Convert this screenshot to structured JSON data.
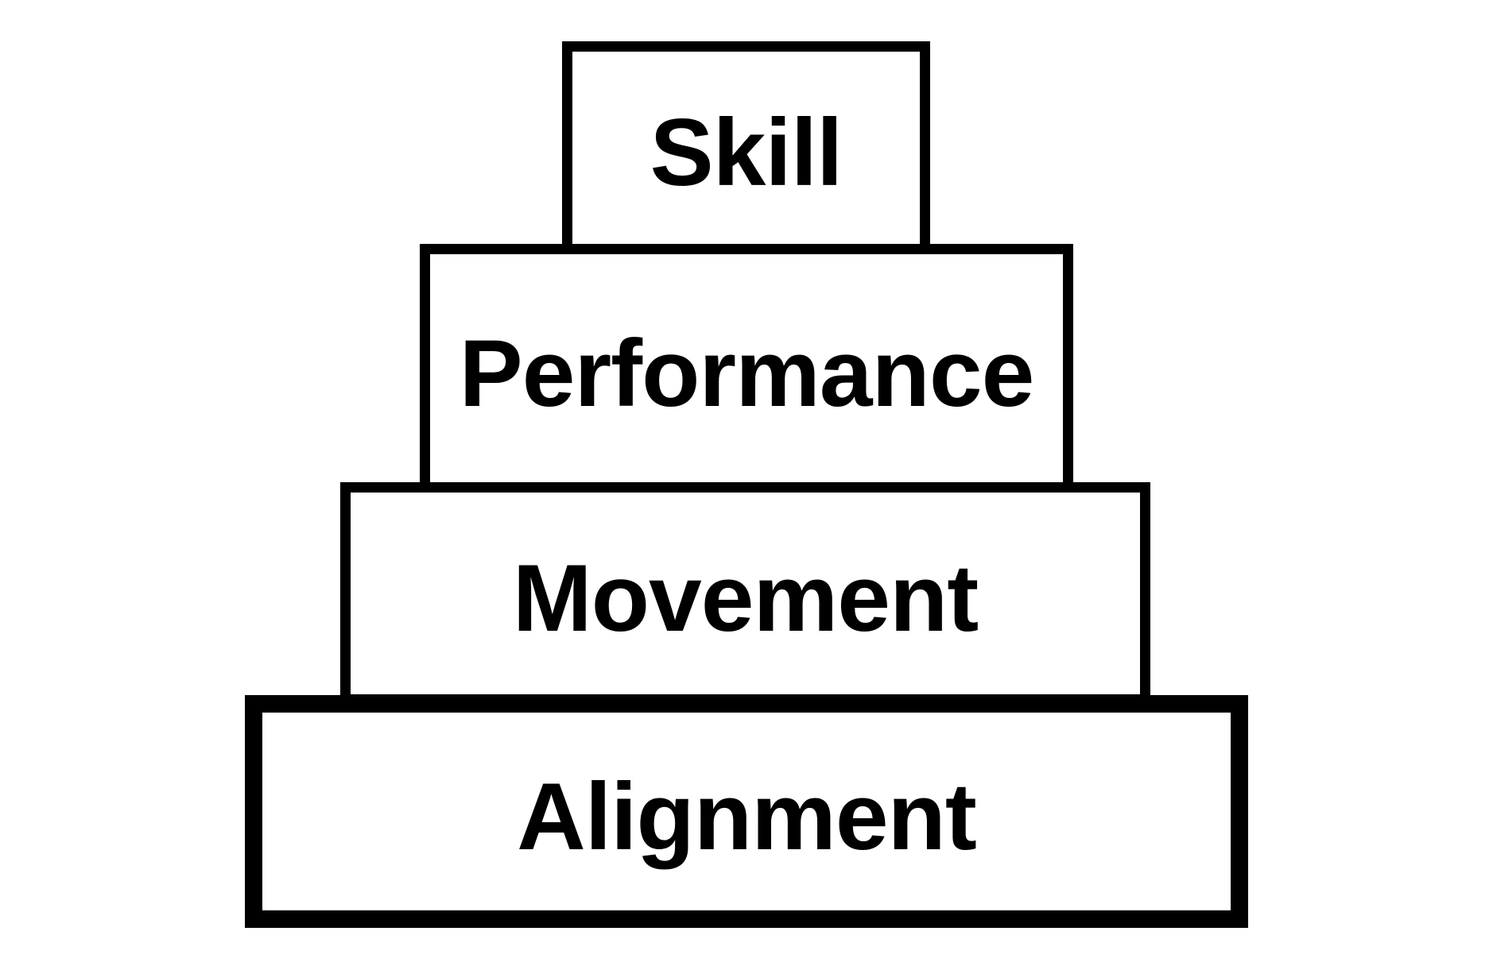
{
  "diagram": {
    "type": "stacked-pyramid",
    "levels": [
      {
        "label": "Skill"
      },
      {
        "label": "Performance"
      },
      {
        "label": "Movement"
      },
      {
        "label": "Alignment"
      }
    ],
    "order": "top-to-bottom",
    "colors": {
      "background": "#ffffff",
      "box_fill": "#ffffff",
      "box_stroke": "#000000",
      "text": "#000000"
    }
  }
}
